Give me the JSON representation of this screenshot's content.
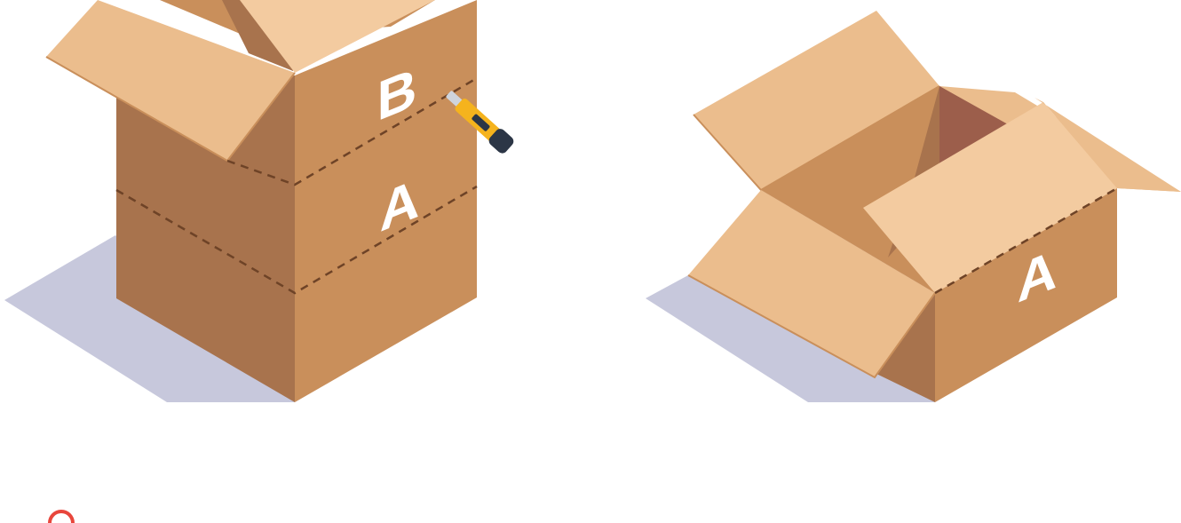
{
  "illustration": {
    "left_box": {
      "upper_section_label": "B",
      "lower_section_label": "A",
      "tool": "utility-knife-icon"
    },
    "right_box": {
      "section_label": "A"
    },
    "colors": {
      "cardboard_light": "#c98f5b",
      "cardboard_dark": "#a8734d",
      "flap": "#ebbd8d",
      "flap_light": "#f3cba0",
      "interior_dark": "#9c5e4b",
      "shadow": "#c7c8dc",
      "cut_line": "#6e4327",
      "knife_body": "#f5b31d",
      "knife_grip": "#2c3646",
      "knife_blade": "#cfd4dc",
      "partial_icon": "#e8463c"
    }
  }
}
